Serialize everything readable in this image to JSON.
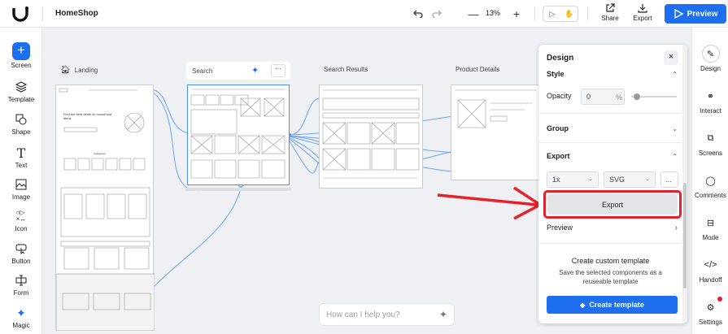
{
  "app": {
    "project_name": "HomeShop",
    "zoom": "13%",
    "share_label": "Share",
    "export_label": "Export",
    "preview_label": "Preview"
  },
  "colors": {
    "accent": "#1E6FF0",
    "annotation": "#E3222B"
  },
  "left_tools": [
    {
      "name": "screen",
      "label": "Screen",
      "icon": "plus-icon"
    },
    {
      "name": "template",
      "label": "Template",
      "icon": "layers-icon"
    },
    {
      "name": "shape",
      "label": "Shape",
      "icon": "shape-icon"
    },
    {
      "name": "text",
      "label": "Text",
      "icon": "text-icon"
    },
    {
      "name": "image",
      "label": "Image",
      "icon": "image-icon"
    },
    {
      "name": "icon",
      "label": "Icon",
      "icon": "icon-set-icon"
    },
    {
      "name": "button",
      "label": "Button",
      "icon": "pointer-icon"
    },
    {
      "name": "form",
      "label": "Form",
      "icon": "form-icon"
    },
    {
      "name": "magic",
      "label": "Magic",
      "icon": "sparkle-icon"
    }
  ],
  "right_tools": [
    {
      "name": "design",
      "label": "Design",
      "icon": "pencil-icon"
    },
    {
      "name": "interact",
      "label": "Interact",
      "icon": "link-icon"
    },
    {
      "name": "screens",
      "label": "Screens",
      "icon": "screens-icon"
    },
    {
      "name": "comments",
      "label": "Comments",
      "icon": "comment-icon"
    },
    {
      "name": "mode",
      "label": "Mode",
      "icon": "mode-icon"
    },
    {
      "name": "handoff",
      "label": "Handoff",
      "icon": "code-icon"
    },
    {
      "name": "settings",
      "label": "Settings",
      "icon": "gear-icon"
    }
  ],
  "frames": {
    "landing": {
      "title": "Landing",
      "hero_text": "Find the best deals on household items",
      "categories_label": "Categories"
    },
    "search": {
      "title": "Search"
    },
    "results": {
      "title": "Search Results"
    },
    "details": {
      "title": "Product Details"
    }
  },
  "panel": {
    "title": "Design",
    "style_label": "Style",
    "opacity_label": "Opacity",
    "opacity_value": "0",
    "opacity_unit": "%",
    "group_label": "Group",
    "export_section_label": "Export",
    "scale_value": "1x",
    "format_value": "SVG",
    "more": "...",
    "export_button": "Export",
    "preview_label": "Preview",
    "custom_title": "Create custom template",
    "custom_desc": "Save the selected components as a reuseable template",
    "create_button": "Create template",
    "close": "×"
  },
  "chat": {
    "placeholder": "How can I help you?"
  }
}
